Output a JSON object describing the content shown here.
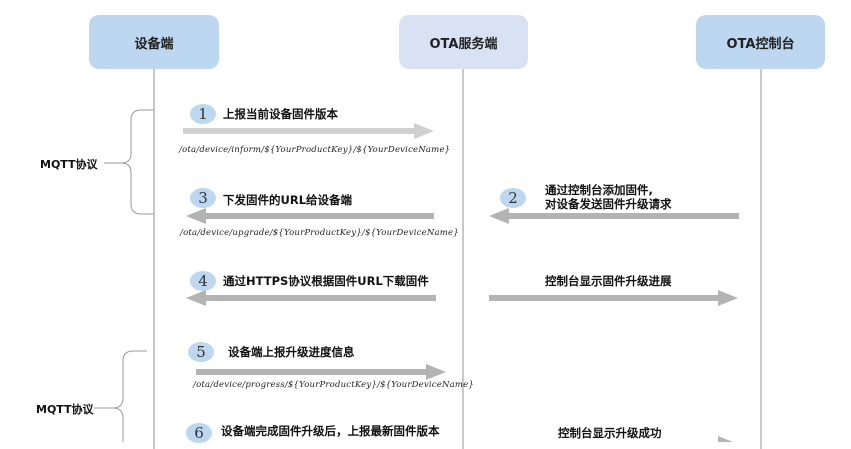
{
  "actors": {
    "device": "设备端",
    "server": "OTA服务端",
    "console": "OTA控制台"
  },
  "protocols": {
    "top": "MQTT协议",
    "bottom": "MQTT协议"
  },
  "steps": {
    "s1": {
      "num": "1",
      "label": "上报当前设备固件版本",
      "topic": "/ota/device/inform/${YourProductKey}/${YourDeviceName}"
    },
    "s2": {
      "num": "2",
      "label_line1": "通过控制台添加固件,",
      "label_line2": "对设备发送固件升级请求"
    },
    "s3": {
      "num": "3",
      "label": "下发固件的URL给设备端",
      "topic": "/ota/device/upgrade/${YourProductKey}/${YourDeviceName}"
    },
    "s4": {
      "num": "4",
      "label": "通过HTTPS协议根据固件URL下载固件",
      "console_label": "控制台显示固件升级进展"
    },
    "s5": {
      "num": "5",
      "label": "设备端上报升级进度信息",
      "topic": "/ota/device/progress/${YourProductKey}/${YourDeviceName}"
    },
    "s6": {
      "num": "6",
      "label": "设备端完成固件升级后，上报最新固件版本",
      "console_label": "控制台显示升级成功"
    }
  },
  "colors": {
    "device_box": "#bcd7ef",
    "server_box": "#d9e2f3",
    "console_box": "#bcd7ef",
    "arrow_light": "#d0d0d0",
    "arrow_dark": "#b3b3b3",
    "step_circle": "#bcd7ef"
  }
}
